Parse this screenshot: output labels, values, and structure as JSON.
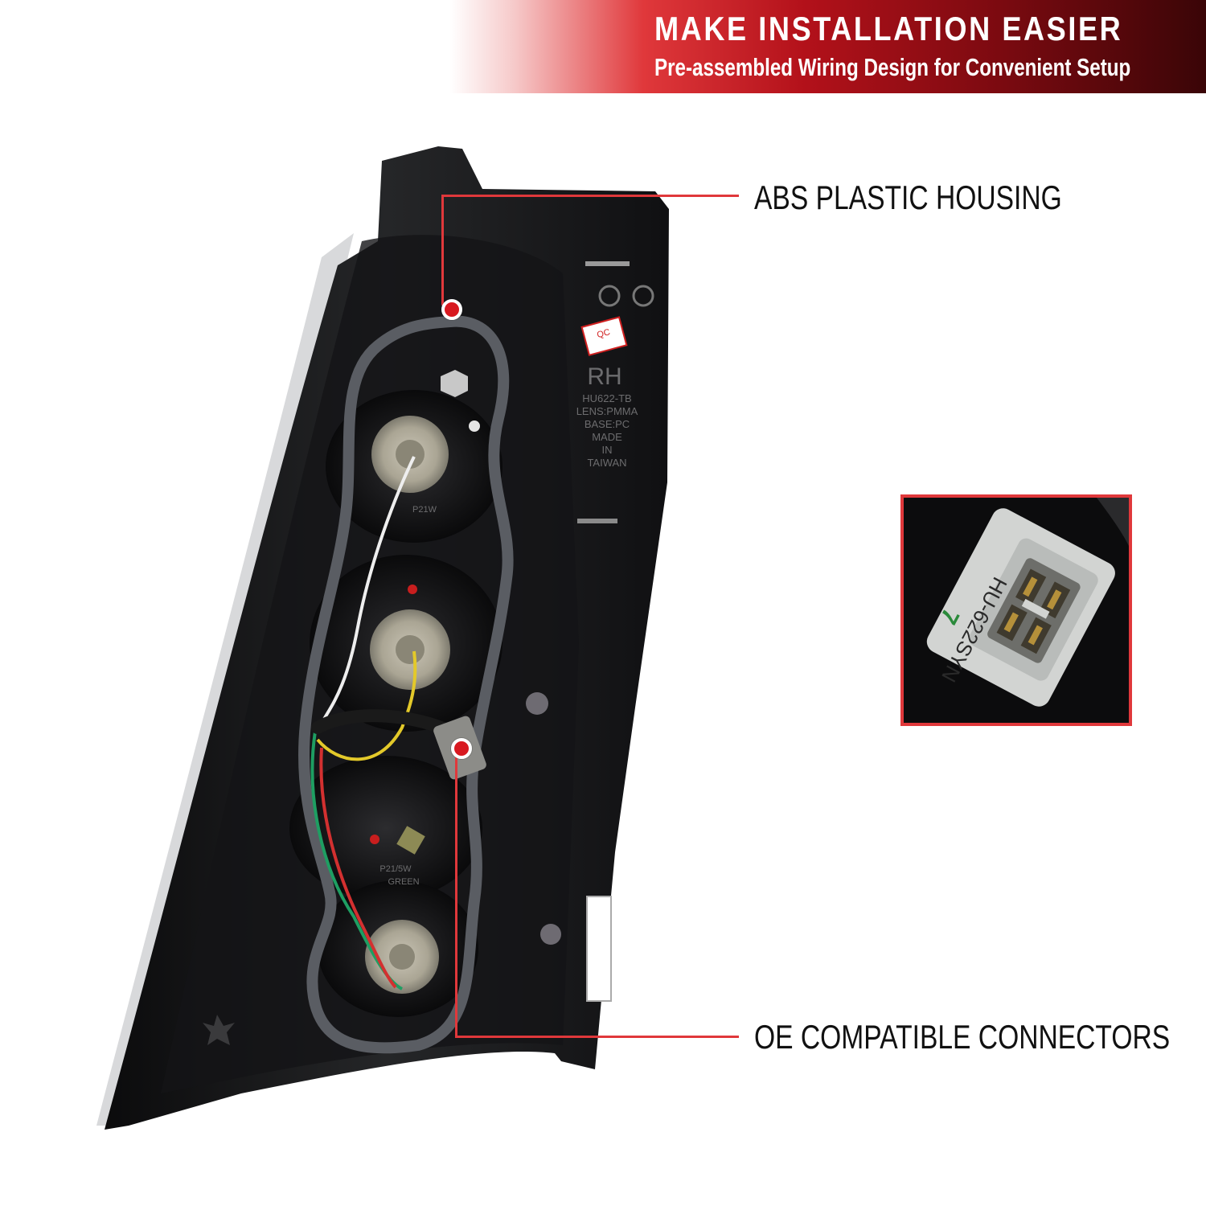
{
  "banner": {
    "title": "MAKE INSTALLATION EASIER",
    "subtitle": "Pre-assembled Wiring Design for Convenient Setup"
  },
  "callouts": {
    "housing": "ABS PLASTIC HOUSING",
    "connectors": "OE COMPATIBLE CONNECTORS"
  },
  "housing_markings": {
    "side": "RH",
    "part": "HU622-TB",
    "lens": "LENS:PMMA",
    "base": "BASE:PC",
    "made": "MADE",
    "in": "IN",
    "country": "TAIWAN",
    "qc": "QC",
    "bulb_top": "P21W",
    "bulb_mid": "P21/5W",
    "wire_green": "GREEN"
  },
  "connector_label": {
    "code": "HU-622SYN",
    "number": "7"
  },
  "colors": {
    "accent": "#e0383b",
    "banner_dark": "#3a0507",
    "housing": "#1b1b1d",
    "gasket": "#5a5d63"
  }
}
